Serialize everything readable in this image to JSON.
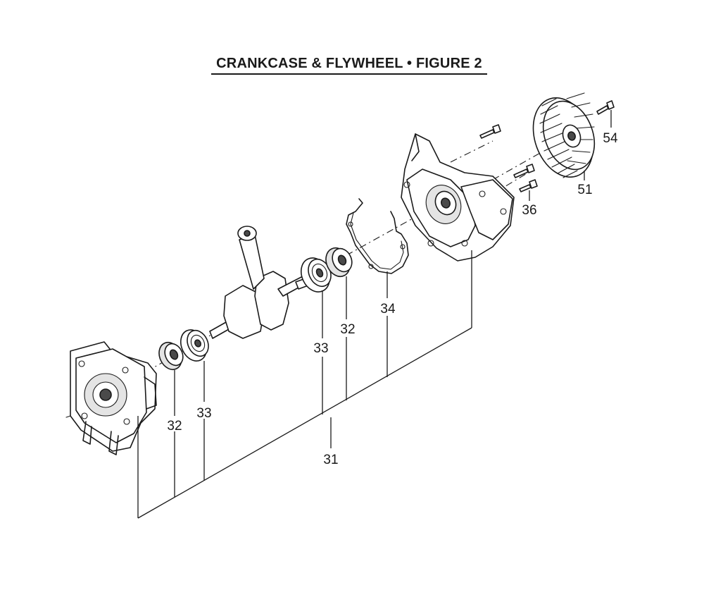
{
  "figure": {
    "title": "CRANKCASE & FLYWHEEL  •  FIGURE 2"
  },
  "labels": {
    "l31": "31",
    "l32_left": "32",
    "l33_left": "33",
    "l33_mid": "33",
    "l32_mid": "32",
    "l34": "34",
    "l36": "36",
    "l51": "51",
    "l54": "54"
  },
  "parts": [
    {
      "name": "crankcase-left-half"
    },
    {
      "name": "bearing-seal"
    },
    {
      "name": "ball-bearing"
    },
    {
      "name": "crankshaft-connecting-rod"
    },
    {
      "name": "crankcase-gasket"
    },
    {
      "name": "crankcase-right-half"
    },
    {
      "name": "screw"
    },
    {
      "name": "flywheel"
    },
    {
      "name": "flywheel-screw"
    }
  ]
}
